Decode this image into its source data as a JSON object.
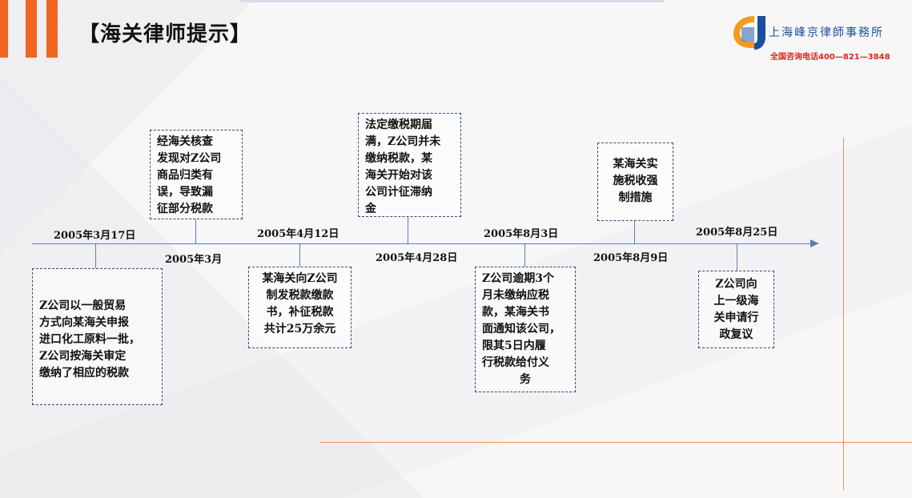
{
  "header": {
    "title": "【海关律师提示】",
    "firm_name": "上海峰京律師事務所",
    "phone": "全国咨询电话400—821—3848",
    "logo_icon": "firm-logo-icon"
  },
  "colors": {
    "accent": "#f16522",
    "timeline": "#5b7fb3",
    "box_border": "#2f4d7a",
    "phone": "#e1251b",
    "firm": "#1a4fa0"
  },
  "events": [
    {
      "date": "2005年3月17日",
      "lines": [
        "Z公司以一般贸易",
        "方式向某海关申报",
        "进口化工原料一批，",
        "Z公司按海关审定",
        "缴纳了相应的税款"
      ]
    },
    {
      "date": "2005年3月",
      "lines": [
        "经海关核查",
        "发现对Z公司",
        "商品归类有",
        "误，导致漏",
        "征部分税款"
      ]
    },
    {
      "date": "2005年4月12日",
      "lines": [
        "某海关向Z公司",
        "制发税款缴款",
        "书，补征税款",
        "共计25万余元"
      ]
    },
    {
      "date": "2005年4月28日",
      "lines": [
        "法定缴税期届",
        "满，Z公司并未",
        "缴纳税款，某",
        "海关开始对该",
        "公司计征滞纳",
        "金"
      ]
    },
    {
      "date": "2005年8月3日",
      "lines": [
        "Z公司逾期3个",
        "月未缴纳应税",
        "款，某海关书",
        "面通知该公司，",
        "限其5日内履",
        "行税款给付义",
        "务"
      ]
    },
    {
      "date": "2005年8月9日",
      "lines": [
        "某海关实",
        "施税收强",
        "制措施"
      ]
    },
    {
      "date": "2005年8月25日",
      "lines": [
        "Z公司向",
        "上一级海",
        "关申请行",
        "政复议"
      ]
    }
  ]
}
